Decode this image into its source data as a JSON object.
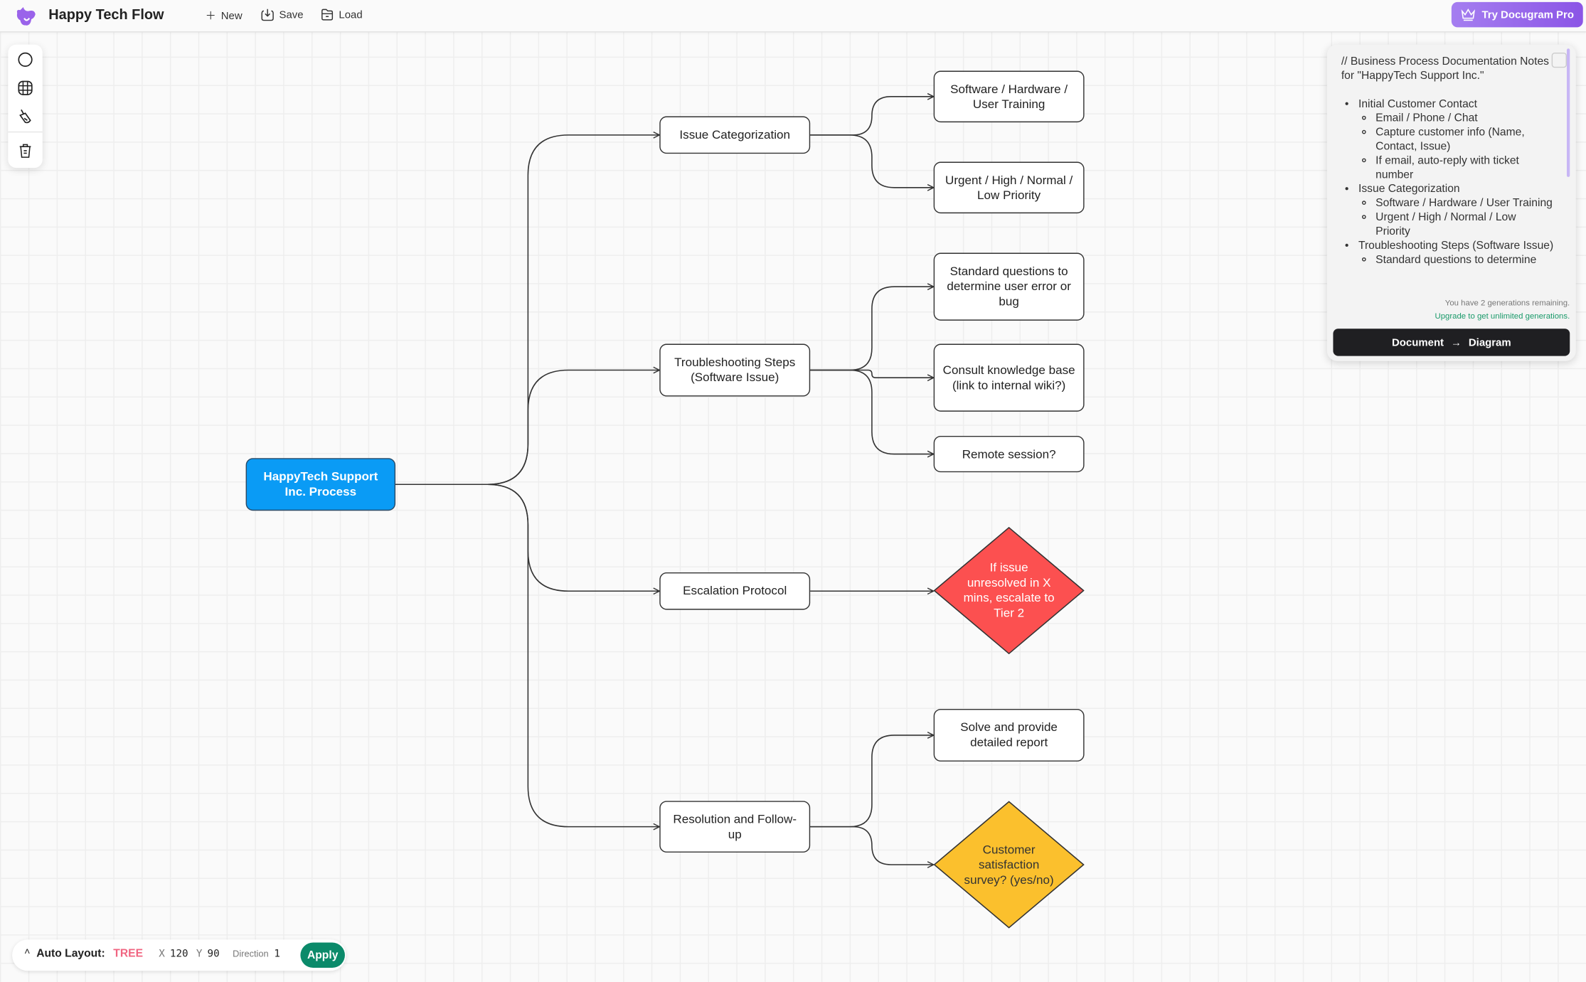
{
  "header": {
    "title": "Happy Tech Flow",
    "new_label": "New",
    "save_label": "Save",
    "load_label": "Load",
    "pro_label": "Try Docugram Pro"
  },
  "toolbar": {
    "tools": [
      "circle-icon",
      "grid-icon",
      "brush-icon",
      "trash-icon"
    ]
  },
  "diagram": {
    "root": {
      "label": "HappyTech Support Inc. Process",
      "color": "#0a9bf5"
    },
    "branches": [
      {
        "label": "Issue Categorization",
        "children": [
          {
            "label": "Software / Hardware / User Training"
          },
          {
            "label": "Urgent / High / Normal / Low Priority"
          }
        ]
      },
      {
        "label": "Troubleshooting Steps (Software Issue)",
        "children": [
          {
            "label": "Standard questions to determine user error or bug"
          },
          {
            "label": "Consult knowledge base (link to internal wiki?)"
          },
          {
            "label": "Remote session?"
          }
        ]
      },
      {
        "label": "Escalation Protocol",
        "children": [
          {
            "label": "If issue unresolved in X mins, escalate to Tier 2",
            "shape": "diamond",
            "color": "#fc5050",
            "text_color": "#ffffff"
          }
        ]
      },
      {
        "label": "Resolution and Follow-up",
        "children": [
          {
            "label": "Solve and provide detailed report"
          },
          {
            "label": "Customer satisfaction survey? (yes/no)",
            "shape": "diamond",
            "color": "#fbc02d",
            "text_color": "#333333"
          }
        ]
      }
    ]
  },
  "panel": {
    "heading": "// Business Process Documentation Notes for \"HappyTech Support Inc.\"",
    "items": [
      {
        "label": "Initial Customer Contact",
        "children": [
          "Email / Phone / Chat",
          "Capture customer info (Name, Contact, Issue)",
          "If email, auto-reply with ticket number"
        ]
      },
      {
        "label": "Issue Categorization",
        "children": [
          "Software / Hardware / User Training",
          "Urgent / High / Normal / Low Priority"
        ]
      },
      {
        "label": "Troubleshooting Steps (Software Issue)",
        "children": [
          "Standard questions to determine"
        ]
      }
    ],
    "generations_text": "You have 2 generations remaining.",
    "upgrade_text": "Upgrade to get unlimited generations.",
    "convert_from": "Document",
    "convert_to": "Diagram"
  },
  "auto_layout": {
    "label": "Auto Layout:",
    "mode": "TREE",
    "x_label": "X",
    "x_value": "120",
    "y_label": "Y",
    "y_value": "90",
    "direction_label": "Direction",
    "direction_value": "1",
    "apply_label": "Apply"
  }
}
